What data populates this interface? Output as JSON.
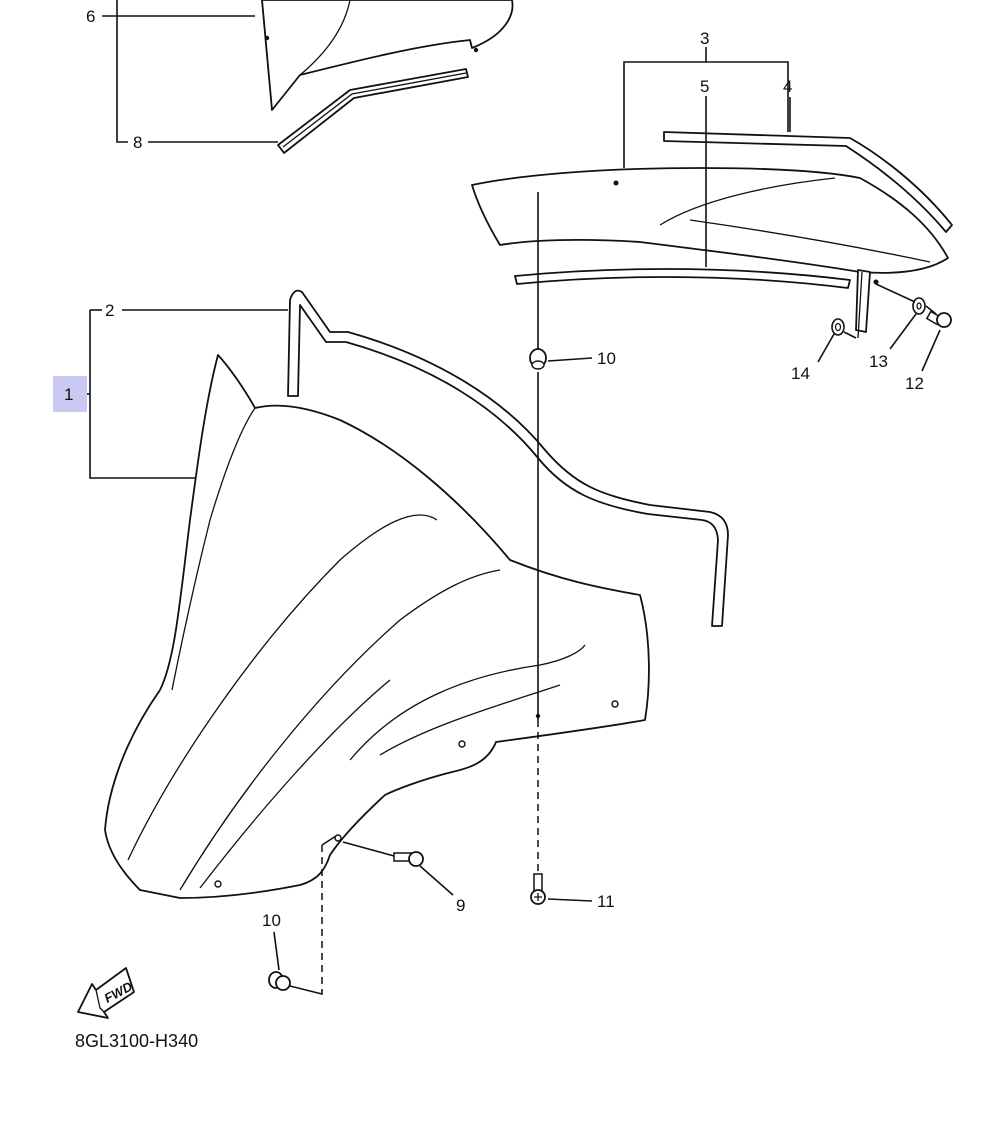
{
  "diagram": {
    "part_code": "8GL3100-H340",
    "fwd_badge": "FWD",
    "highlight_color": "#c9c9f4",
    "callouts": {
      "c1": "1",
      "c2": "2",
      "c3": "3",
      "c4": "4",
      "c5": "5",
      "c6": "6",
      "c8": "8",
      "c9": "9",
      "c10a": "10",
      "c10b": "10",
      "c11": "11",
      "c12": "12",
      "c13": "13",
      "c14": "14"
    }
  }
}
